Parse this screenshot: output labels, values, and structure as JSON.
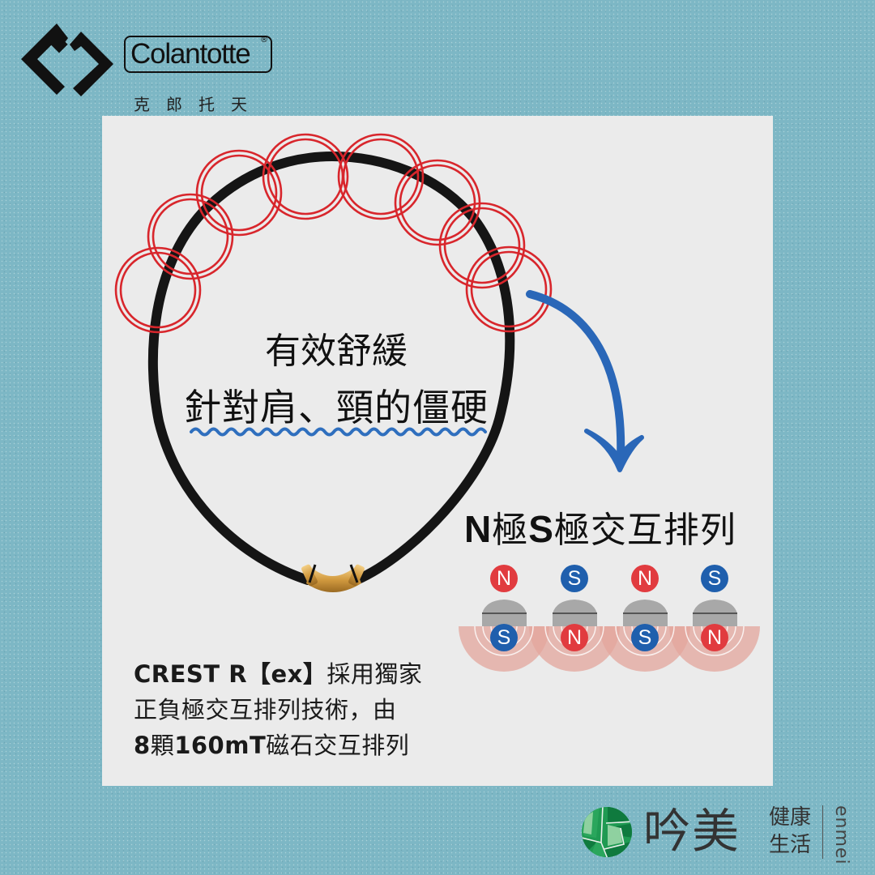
{
  "brand": {
    "name": "Colantotte",
    "registered_mark": "®",
    "chinese_name": "克郎托天",
    "logo_icon": "double-diamond-logo-icon"
  },
  "panel": {
    "headline_line1": "有效舒緩",
    "headline_line2": "針對肩、頸的僵硬",
    "highlight_markers": 8,
    "arrangement_title": {
      "n": "N",
      "pole1": "極",
      "s": "S",
      "rest": "極交互排列"
    },
    "magnets": [
      {
        "top": "N",
        "bottom": "S"
      },
      {
        "top": "S",
        "bottom": "N"
      },
      {
        "top": "N",
        "bottom": "S"
      },
      {
        "top": "S",
        "bottom": "N"
      }
    ],
    "description": {
      "line1_latin": "CREST R【ex】",
      "line1_cjk": "採用獨家",
      "line2": "正負極交互排列技術，由",
      "line3_a": "8",
      "line3_b": "顆",
      "line3_c": "160mT",
      "line3_d": "磁石交互排列"
    }
  },
  "footer_brand": {
    "name": "吟美",
    "tagline_line1": "健康",
    "tagline_line2": "生活",
    "roman": "enmei"
  },
  "colors": {
    "background": "#7db7c5",
    "panel": "#ebebeb",
    "marker_red": "#d8262c",
    "arrow_blue": "#2a67b8",
    "north_red": "#e13b3f",
    "south_blue": "#1f5fad",
    "field_pink": "#e3a59c",
    "gold": "#d9a24a"
  }
}
